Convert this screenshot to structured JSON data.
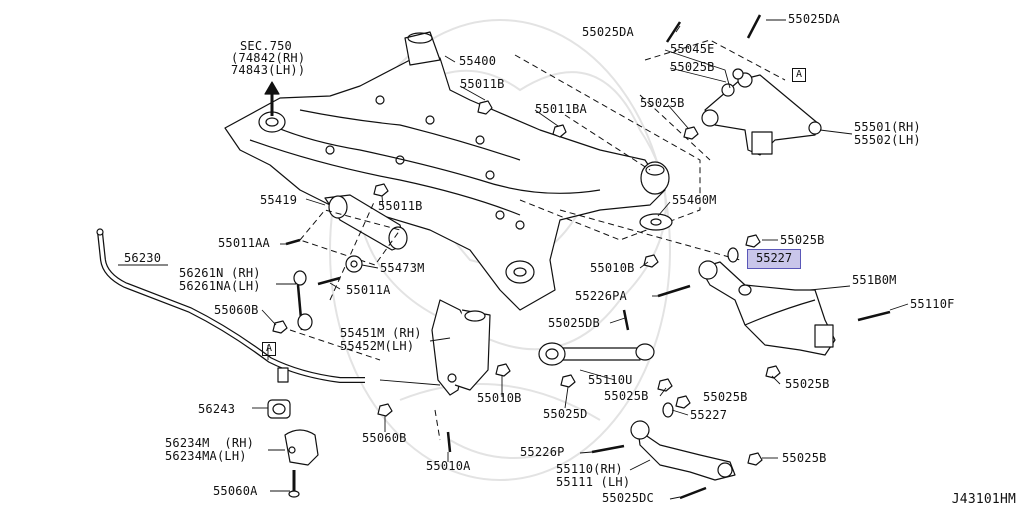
{
  "diagram": {
    "ref_code": "J43101HM",
    "colors": {
      "highlight_fill": "#c9c6ea",
      "highlight_border": "#5a57b8",
      "line": "#111111",
      "watermark": "#e6e6e6"
    },
    "sec_ref": {
      "line1": "SEC.750",
      "line2": "74842(RH)",
      "line3": "74843(LH)"
    },
    "highlighted_part": "55227",
    "ref_box_letter": "A",
    "labels": {
      "p55400": "55400",
      "p55011B_top": "55011B",
      "p55011BA": "55011BA",
      "p55025DA_1": "55025DA",
      "p55025DA_2": "55025DA",
      "p55045E": "55045E",
      "p55025B_1": "55025B",
      "p55025B_2": "55025B",
      "p55501": "55501(RH)",
      "p55502": "55502(LH)",
      "p55419": "55419",
      "p55011B_mid": "55011B",
      "p55460M": "55460M",
      "p55025B_3": "55025B",
      "p55011AA": "55011AA",
      "p55473M": "55473M",
      "p55010B_1": "55010B",
      "p56230": "56230",
      "p56261N": "56261N (RH)",
      "p56261NA": "56261NA(LH)",
      "p55011A": "55011A",
      "p55226PA": "55226PA",
      "p551B0M": "551B0M",
      "p55110F": "55110F",
      "p55060B_1": "55060B",
      "p55025DB": "55025DB",
      "p55451M": "55451M (RH)",
      "p55452M": "55452M(LH)",
      "p55110U": "55110U",
      "p55025B_4": "55025B",
      "p55010B_2": "55010B",
      "p55025B_5": "55025B",
      "p56243": "56243",
      "p55025D": "55025D",
      "p55227_b": "55227",
      "p55060B_2": "55060B",
      "p56234M": "56234M  (RH)",
      "p56234MA": "56234MA(LH)",
      "p55226P": "55226P",
      "p55010A": "55010A",
      "p55110": "55110(RH)",
      "p55111": "55111 (LH)",
      "p55025B_6": "55025B",
      "p55060A": "55060A",
      "p55025DC": "55025DC"
    }
  }
}
